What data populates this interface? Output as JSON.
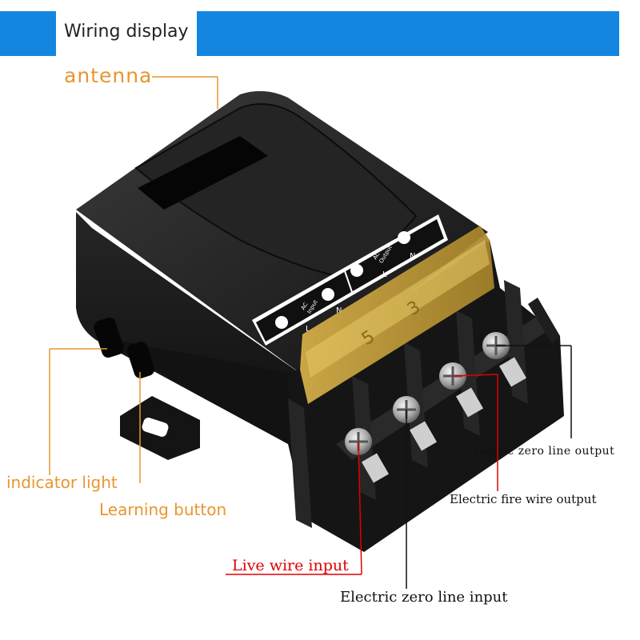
{
  "header": {
    "title": "Wiring display"
  },
  "labels": {
    "antenna": "antenna",
    "indicator_light": "indicator light",
    "learning_button": "Learning button",
    "live_wire_input": "Live wire input",
    "electric_zero_line_input": "Electric zero line input",
    "electric_fire_wire_output": "Electric fire wire output",
    "electric_zero_line_output": "lectric zero line output"
  },
  "panel": {
    "input": {
      "line1": "AC",
      "line2": "Input",
      "l": "L",
      "n": "N"
    },
    "output": {
      "line1": "AC",
      "line2": "Output",
      "l": "L",
      "n": "N"
    }
  },
  "colors": {
    "header_blue": "#1486e0",
    "label_orange": "#e8962e",
    "live_red": "#e00000",
    "device_black": "#1c1c1c",
    "cover_amber": "#c8a23a"
  }
}
